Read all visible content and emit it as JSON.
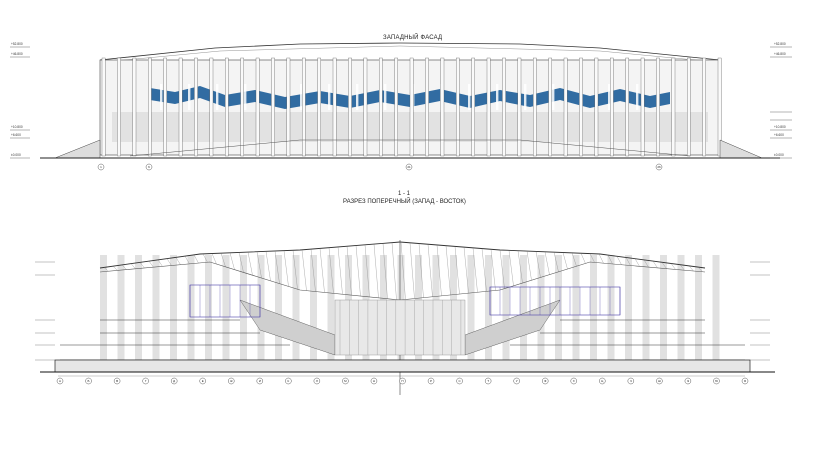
{
  "facade": {
    "title": "ЗАПАДНЫЙ ФАСАД",
    "left_marks": [
      "+52.800",
      "+46.800",
      "+10.800",
      "+6.600",
      "±0.000"
    ],
    "right_marks": [
      "+52.800",
      "+46.800",
      "+10.800",
      "+6.600",
      "±0.000"
    ],
    "axis_bubbles": [
      "1",
      "6",
      "21",
      "26"
    ]
  },
  "section": {
    "number": "1 - 1",
    "title": "РАЗРЕЗ ПОПЕРЕЧНЫЙ (ЗАПАД - ВОСТОК)",
    "axis_bubbles": [
      "A",
      "Б",
      "В",
      "Г",
      "Д",
      "Е",
      "Ж",
      "И",
      "К",
      "Л",
      "М",
      "Н",
      "П",
      "Р",
      "С",
      "Т",
      "У",
      "Ф",
      "Х",
      "Ц",
      "Ч",
      "Ш",
      "Э",
      "Ю",
      "Я"
    ]
  },
  "colors": {
    "line": "#333333",
    "column": "#bfbfbf",
    "blue_band": "#1f5f9a",
    "purple": "#4a3fa8",
    "ground": "#222222"
  }
}
